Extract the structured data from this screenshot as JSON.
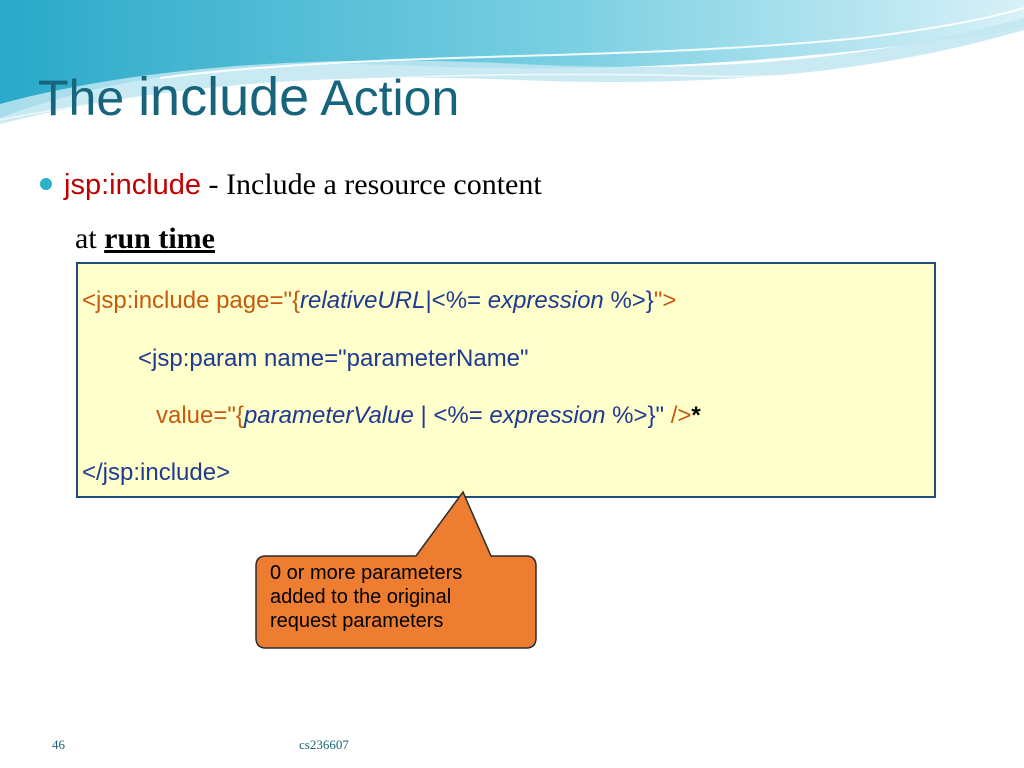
{
  "title": {
    "part1": "The ",
    "part2": "include",
    "part3": " Action"
  },
  "bullet": {
    "keyword": "jsp:include",
    "text": " - Include a resource content",
    "line2_prefix": "at ",
    "line2_emphasis": "run time"
  },
  "code": {
    "line1": {
      "a": "<jsp:include page=",
      "b": "\"{",
      "c": "relativeURL",
      "d": "|<%= ",
      "e": "expression",
      "f": " %>}",
      "g": "\">"
    },
    "line2": {
      "a": "<jsp:param name=",
      "b": "\"parameterName\""
    },
    "line3": {
      "a": "value=",
      "b": "\"{",
      "c": "parameterValue",
      "d": " | <%= ",
      "e": "expression",
      "f": " %>}\"",
      "g": " />",
      "h": "*"
    },
    "line4": "</jsp:include>"
  },
  "callout": {
    "lines": [
      "0 or more parameters",
      "added to the original",
      "request parameters"
    ],
    "fill": "#ed7d31"
  },
  "footer": {
    "page_number": "46",
    "course": "cs236607"
  },
  "colors": {
    "title": "#17657d",
    "keyword": "#c00000",
    "code_orange": "#c55a11",
    "code_blue": "#1f3a93",
    "code_bg": "#ffffcc",
    "bullet": "#2eb0c8"
  }
}
